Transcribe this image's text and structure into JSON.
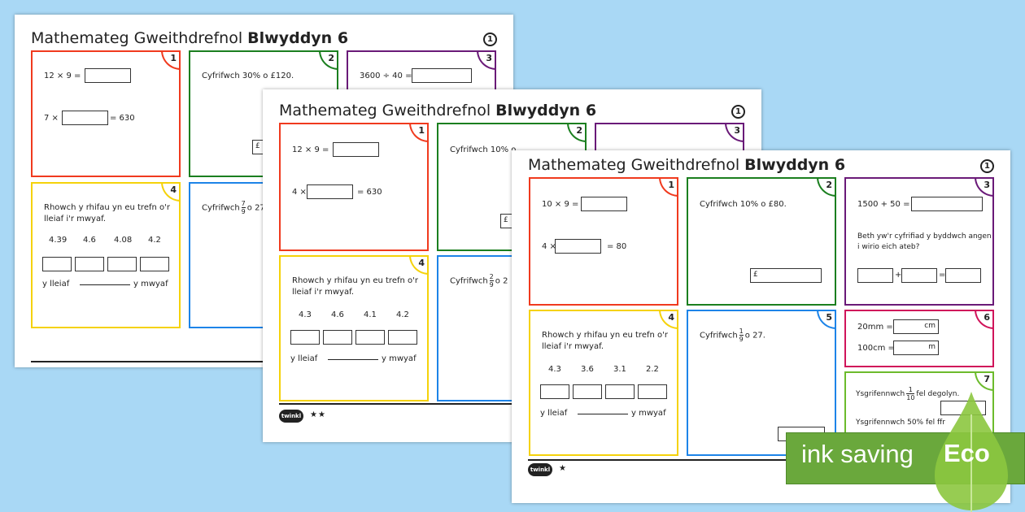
{
  "title_regular": "Mathemateg Gweithdrefnol",
  "title_bold": "Blwyddyn 6",
  "page_number": "1",
  "logo_text": "twinkl",
  "order_text_1": "Rhowch y rhifau yn eu trefn o'r",
  "order_text_2": "lleiaf i'r mwyaf.",
  "smallest": "y lleiaf",
  "largest": "y mwyaf",
  "pound": "£",
  "sheets": [
    {
      "stars": "★★★",
      "q1a": "12 × 9 =",
      "q1b_pre": "7 ×",
      "q1b_post": "= 630",
      "q2": "Cyfrifwch 30% o £120.",
      "q3": "3600 ÷ 40 =",
      "q4_numbers": [
        "4.39",
        "4.6",
        "4.08",
        "4.2"
      ],
      "q5_pre": "Cyfrifwch",
      "q5_num": "7",
      "q5_den": "9",
      "q5_post": "o 27"
    },
    {
      "stars": "★★",
      "q1a": "12 × 9 =",
      "q1b_pre": "4 ×",
      "q1b_post": "= 630",
      "q2": "Cyfrifwch 10% o",
      "q4_numbers": [
        "4.3",
        "4.6",
        "4.1",
        "4.2"
      ],
      "q5_pre": "Cyfrifwch",
      "q5_num": "2",
      "q5_den": "9",
      "q5_post": "o 2"
    },
    {
      "stars": "★",
      "q1a": "10 × 9 =",
      "q1b_pre": "4 ×",
      "q1b_post": "= 80",
      "q2": "Cyfrifwch 10% o £80.",
      "q3": "1500 + 50 =",
      "q3_check_1": "Beth yw'r cyfrifiad y byddwch angen",
      "q3_check_2": "i wirio eich ateb?",
      "q3_ops": [
        "+",
        "="
      ],
      "q4_numbers": [
        "4.3",
        "3.6",
        "3.1",
        "2.2"
      ],
      "q5_pre": "Cyfrifwch",
      "q5_num": "1",
      "q5_den": "9",
      "q5_post": "o 27.",
      "q6a": "20mm =",
      "q6a_unit": "cm",
      "q6b": "100cm =",
      "q6b_unit": "m",
      "q7a_pre": "Ysgrifennwch",
      "q7a_num": "1",
      "q7a_den": "10",
      "q7a_post": "fel degolyn.",
      "q7b": "Ysgrifennwch 50% fel ffr"
    }
  ],
  "question_numbers": [
    "1",
    "2",
    "3",
    "4",
    "5",
    "6",
    "7"
  ],
  "badge": {
    "text": "ink saving",
    "eco": "Eco"
  },
  "colors": {
    "q1": "#f03a1e",
    "q2": "#1b7f1f",
    "q3": "#6a1a78",
    "q4": "#f5d20a",
    "q5": "#1d84e8",
    "q6": "#d0145a",
    "q7": "#6cbb2c",
    "background": "#a9d8f5"
  }
}
